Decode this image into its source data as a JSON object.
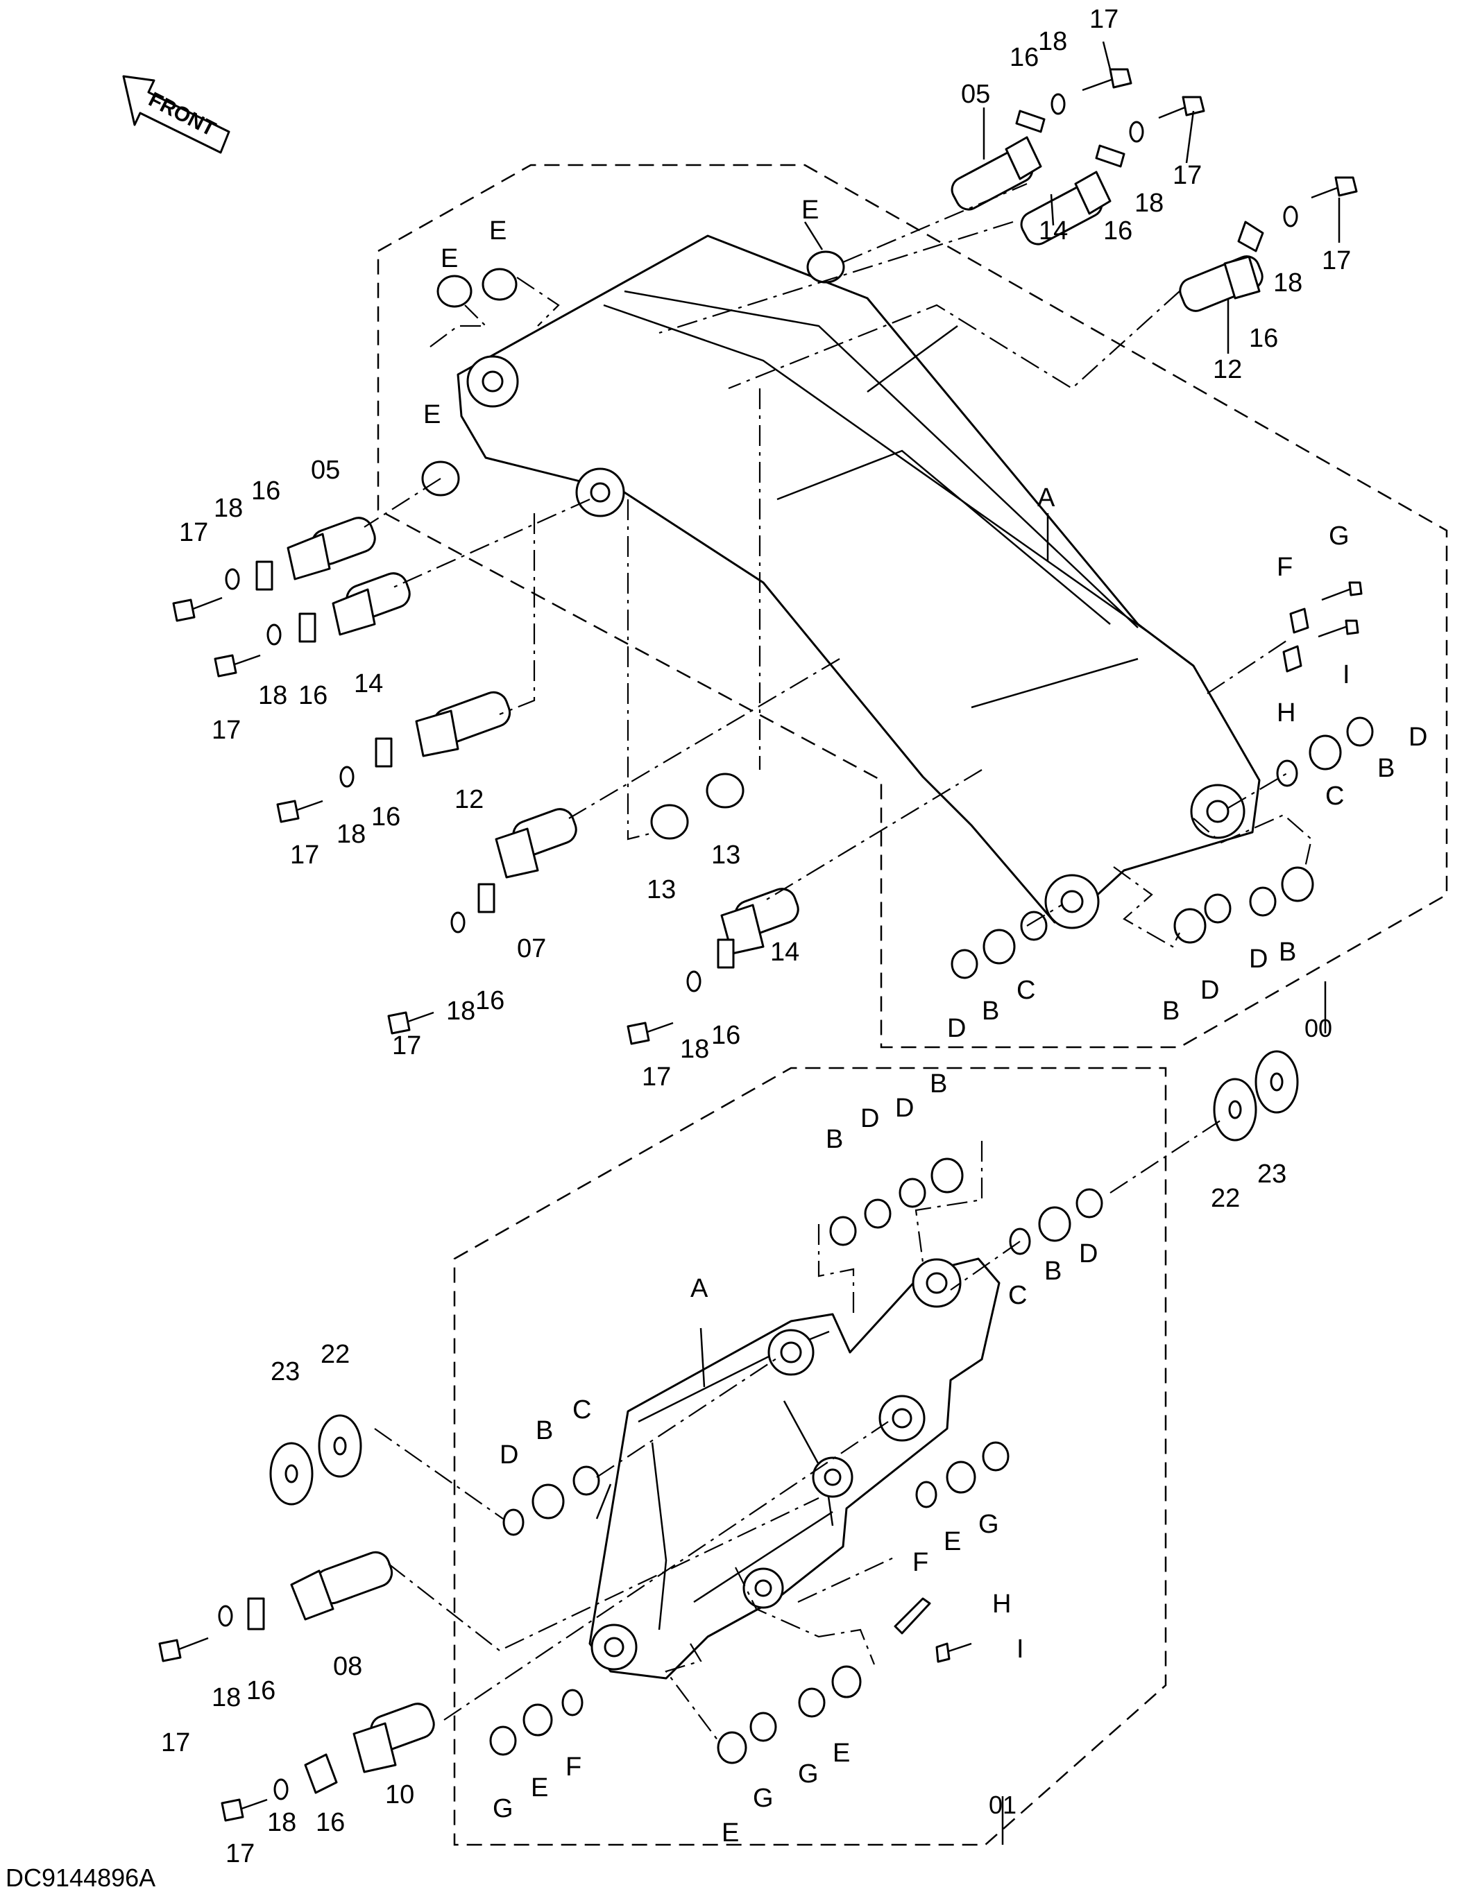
{
  "figure": {
    "front_label": "FRONT",
    "drawing_code": "DC9144896A",
    "assembly_labels": {
      "boom": "00",
      "bracket": "01"
    },
    "part_labels": {
      "p05": "05",
      "p07": "07",
      "p08": "08",
      "p10": "10",
      "p12": "12",
      "p13": "13",
      "p14": "14",
      "p16": "16",
      "p17": "17",
      "p18": "18",
      "p22": "22",
      "p23": "23"
    },
    "letter_labels": {
      "A": "A",
      "B": "B",
      "C": "C",
      "D": "D",
      "E": "E",
      "F": "F",
      "G": "G",
      "H": "H",
      "I": "I"
    }
  }
}
